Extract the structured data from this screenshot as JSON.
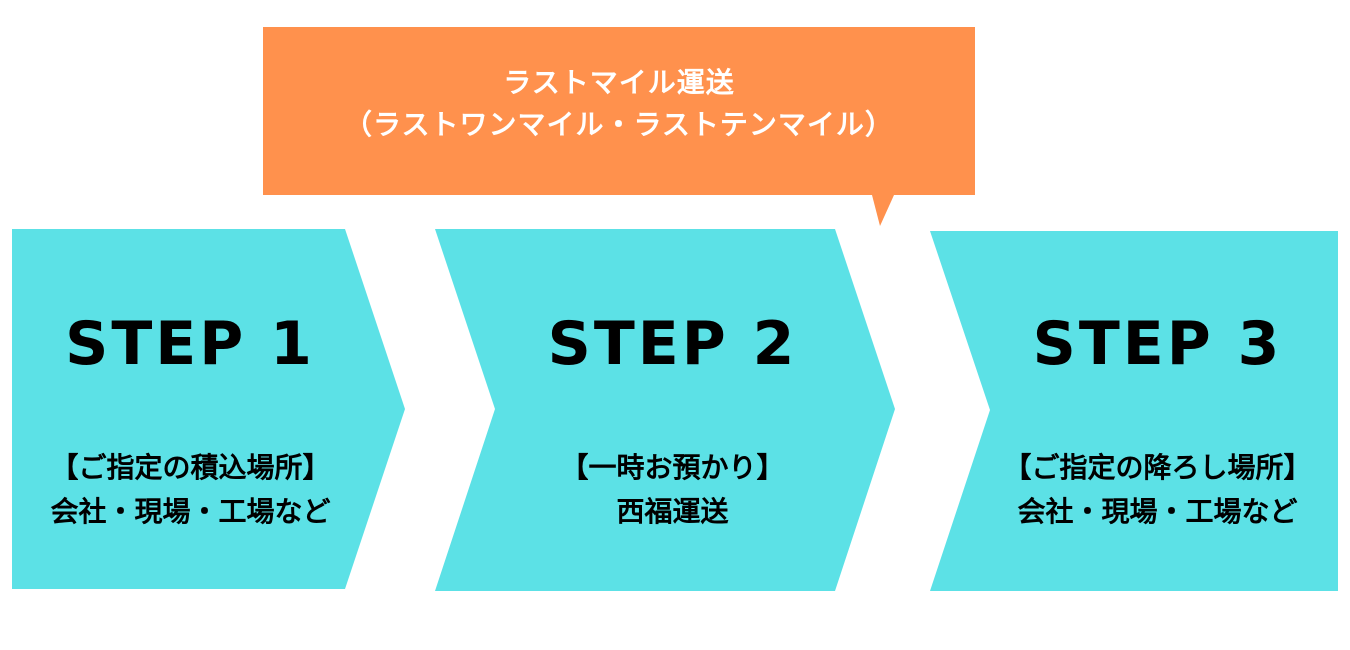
{
  "callout": {
    "line1": "ラストマイル運送",
    "line2": "（ラストワンマイル・ラストテンマイル）",
    "color": "#FF914D"
  },
  "steps": [
    {
      "title": "STEP 1",
      "line1": "【ご指定の積込場所】",
      "line2": "会社・現場・工場など"
    },
    {
      "title": "STEP 2",
      "line1": "【一時お預かり】",
      "line2": "西福運送"
    },
    {
      "title": "STEP 3",
      "line1": "【ご指定の降ろし場所】",
      "line2": "会社・現場・工場など"
    }
  ],
  "colors": {
    "step_fill": "#5CE1E6",
    "text": "#000000",
    "callout_text": "#FFFFFF"
  }
}
